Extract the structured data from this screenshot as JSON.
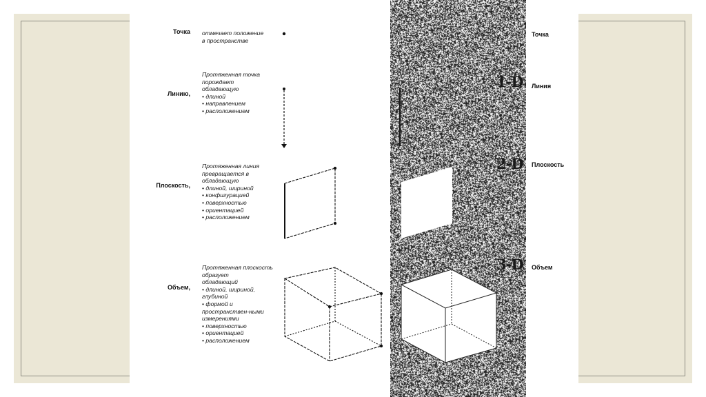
{
  "rows": [
    {
      "term": "Точка",
      "lines": [
        "отмечает положение",
        "в пространстве"
      ],
      "bullets": []
    },
    {
      "term": "Линию,",
      "lines": [
        "Протяженная точка",
        "порождает",
        "обладающую"
      ],
      "bullets": [
        "длиной",
        "направлением",
        "расположением"
      ]
    },
    {
      "term": "Плоскость,",
      "lines": [
        "Протяженная линия",
        "превращается в",
        "обладающую"
      ],
      "bullets": [
        "длиной, шириной",
        "конфигурацией",
        "поверхностью",
        "ориентацией",
        "расположением"
      ]
    },
    {
      "term": "Объем,",
      "lines": [
        "Протяженная плоскость",
        "образует",
        "обладающий"
      ],
      "bullets": [
        "длиной, шириной, глубиной",
        "формой и пространствен-ными измерениями",
        "поверхностью",
        "ориентацией",
        "расположением"
      ]
    }
  ],
  "right_labels": [
    "Точка",
    "Линия",
    "Плоскость",
    "Объем"
  ],
  "dimensions": [
    "1-D",
    "2-D",
    "3-D"
  ]
}
